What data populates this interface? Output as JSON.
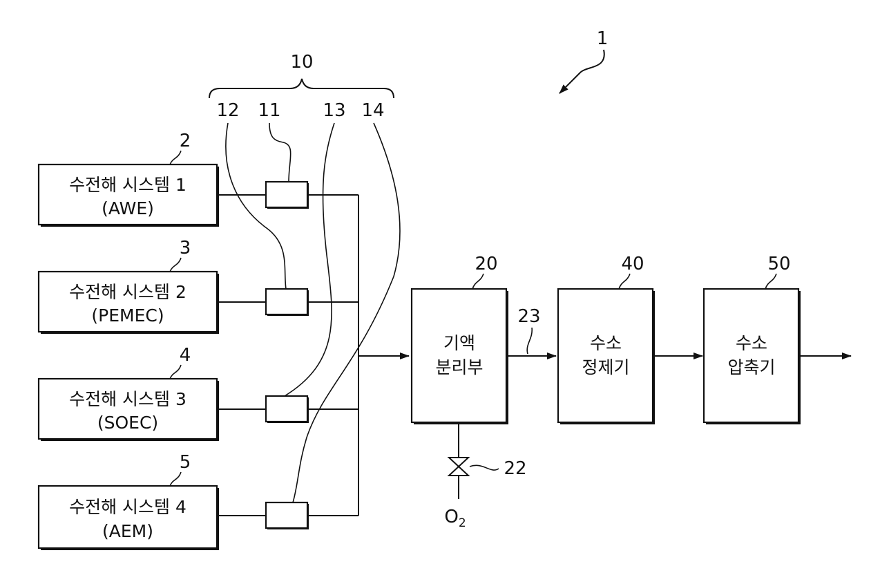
{
  "system_ref": "1",
  "sensor_group_ref": "10",
  "electrolyzers": [
    {
      "ref": "2",
      "line1": "수전해 시스템 1",
      "line2": "(AWE)"
    },
    {
      "ref": "3",
      "line1": "수전해 시스템 2",
      "line2": "(PEMEC)"
    },
    {
      "ref": "4",
      "line1": "수전해 시스템 3",
      "line2": "(SOEC)"
    },
    {
      "ref": "5",
      "line1": "수전해 시스템 4",
      "line2": "(AEM)"
    }
  ],
  "sensors": [
    {
      "ref": "11"
    },
    {
      "ref": "12"
    },
    {
      "ref": "13"
    },
    {
      "ref": "14"
    }
  ],
  "separator": {
    "ref": "20",
    "line1": "기액",
    "line2": "분리부"
  },
  "outlet_line_ref": "23",
  "valve": {
    "ref": "22",
    "gas": "O",
    "gas_sub": "2"
  },
  "purifier": {
    "ref": "40",
    "line1": "수소",
    "line2": "정제기"
  },
  "compressor": {
    "ref": "50",
    "line1": "수소",
    "line2": "압축기"
  }
}
